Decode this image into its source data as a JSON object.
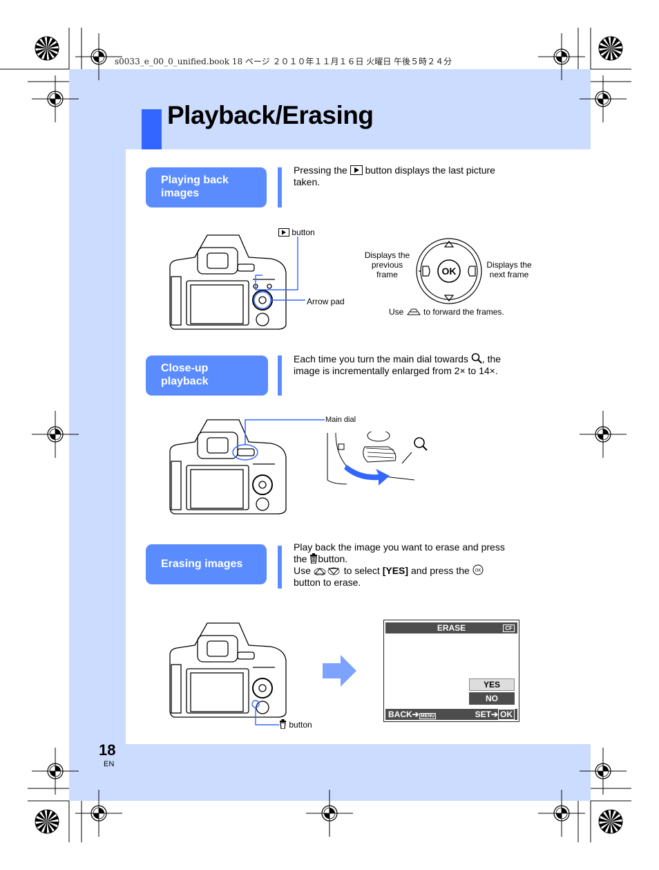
{
  "header": {
    "print_info": "s0033_e_00_0_unified.book  18 ページ  ２０１０年１１月１６日  火曜日  午後５時２４分"
  },
  "page": {
    "title": "Playback/Erasing",
    "number": "18",
    "language": "EN"
  },
  "sections": [
    {
      "label": "Playing back images",
      "text_before": "Pressing the",
      "text_after": "button displays the last picture taken.",
      "icon": "playback-icon"
    },
    {
      "label": "Close-up playback",
      "text_before": "Each time you turn the main dial towards",
      "text_after": ", the image is incrementally enlarged from 2× to 14×.",
      "icon": "magnify-icon"
    },
    {
      "label": "Erasing images",
      "line1": "Play back the image you want to erase and press",
      "line2_before": "the",
      "line2_after": "button.",
      "line3_before": "Use",
      "line3_mid": "to select",
      "line3_bold": "[YES]",
      "line3_after": "and press the",
      "line4": "button to erase."
    }
  ],
  "callouts": {
    "playback_button": "button",
    "arrow_pad": "Arrow pad",
    "prev_frame": "Displays the previous frame",
    "next_frame": "Displays the next frame",
    "forward_note_before": "Use",
    "forward_note_after": "to forward the frames.",
    "ok_label": "OK",
    "main_dial": "Main dial",
    "erase_button": "button"
  },
  "erase_screen": {
    "title": "ERASE",
    "media": "CF",
    "option_yes": "YES",
    "option_no": "NO",
    "back_label": "BACK",
    "back_key": "MENU",
    "set_label": "SET",
    "set_key": "OK"
  },
  "colors": {
    "accent_blue": "#3366ff",
    "pill_blue": "#5b8cff",
    "background_blue": "#ccdcff"
  }
}
